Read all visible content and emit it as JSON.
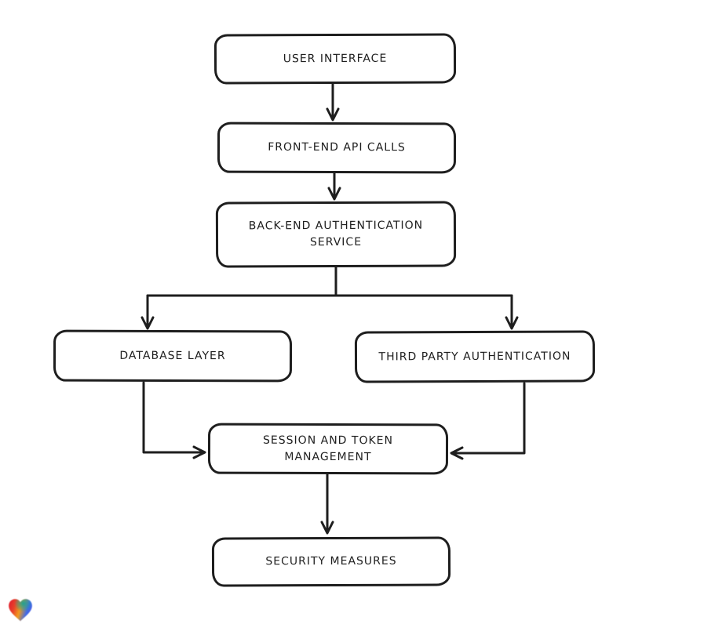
{
  "diagram": {
    "nodes": [
      {
        "id": "user-interface",
        "label": "USER INTERFACE"
      },
      {
        "id": "front-end-api-calls",
        "label": "FRONT-END API CALLS"
      },
      {
        "id": "back-end-authentication-service",
        "label": "BACK-END AUTHENTICATION SERVICE"
      },
      {
        "id": "database-layer",
        "label": "DATABASE LAYER"
      },
      {
        "id": "third-party-authentication",
        "label": "THIRD PARTY AUTHENTICATION"
      },
      {
        "id": "session-and-token-management",
        "label": "SESSION AND TOKEN MANAGEMENT"
      },
      {
        "id": "security-measures",
        "label": "SECURITY MEASURES"
      }
    ],
    "edges": [
      {
        "from": "user-interface",
        "to": "front-end-api-calls"
      },
      {
        "from": "front-end-api-calls",
        "to": "back-end-authentication-service"
      },
      {
        "from": "back-end-authentication-service",
        "to": "database-layer"
      },
      {
        "from": "back-end-authentication-service",
        "to": "third-party-authentication"
      },
      {
        "from": "database-layer",
        "to": "session-and-token-management"
      },
      {
        "from": "third-party-authentication",
        "to": "session-and-token-management"
      },
      {
        "from": "session-and-token-management",
        "to": "security-measures"
      }
    ],
    "colors": {
      "stroke": "#1e1e1e",
      "node_fill": "#ffffff",
      "background": "#ffffff"
    }
  },
  "branding": {
    "logo_icon": "gradient-heart-logo",
    "logo_colors": {
      "red": "#e2202c",
      "orange": "#f29a1c",
      "teal": "#14a297",
      "blue": "#3f6be8"
    }
  }
}
